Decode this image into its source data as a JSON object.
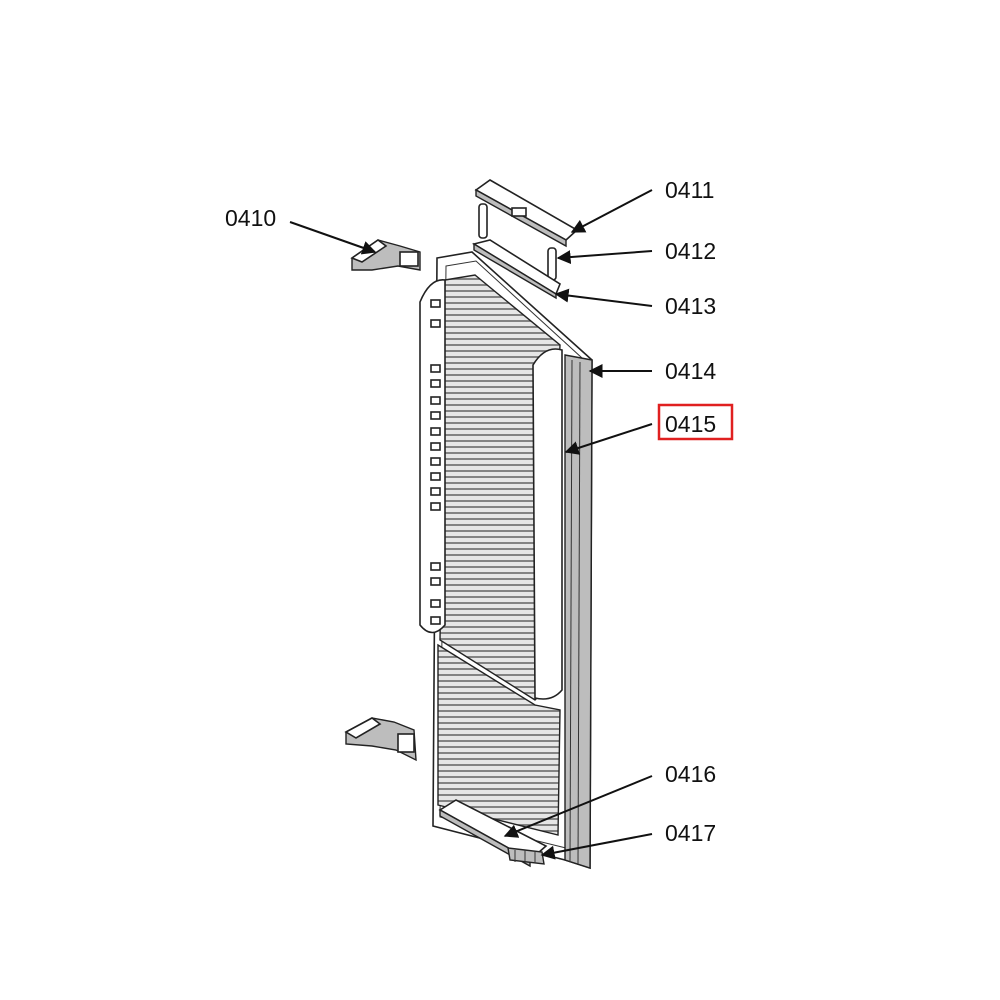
{
  "labels": {
    "p0410": "0410",
    "p0411": "0411",
    "p0412": "0412",
    "p0413": "0413",
    "p0414": "0414",
    "p0415": "0415",
    "p0416": "0416",
    "p0417": "0417"
  },
  "highlight": {
    "part": "0415",
    "color": "#e02020"
  }
}
